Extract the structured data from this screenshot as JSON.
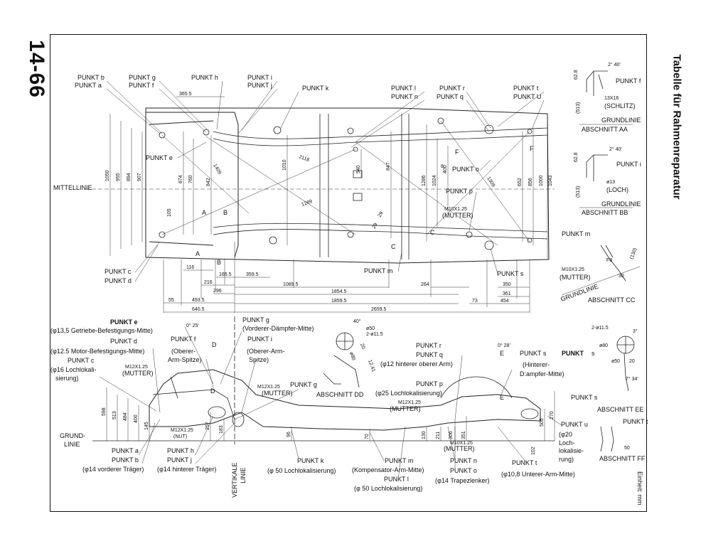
{
  "page_number": "14-66",
  "title": "Tabelle für Rahmenreparatur",
  "top_view": {
    "labels": {
      "punkt_b": "PUNKT b",
      "punkt_a": "PUNKT a",
      "punkt_g": "PUNKT g",
      "punkt_f": "PUNKT f",
      "punkt_h": "PUNKT h",
      "punkt_i": "PUNKT i",
      "punkt_j": "PUNKT j",
      "punkt_k": "PUNKT k",
      "punkt_l": "PUNKT l",
      "punkt_n": "PUNKT n",
      "punkt_r": "PUNKT r",
      "punkt_q": "PUNKT q",
      "punkt_t": "PUNKT t",
      "punkt_u": "PUNKT U",
      "punkt_e": "PUNKT e",
      "punkt_o": "PUNKT o",
      "punkt_p": "PUNKT p",
      "punkt_c": "PUNKT c",
      "punkt_d": "PUNKT d",
      "punkt_m": "PUNKT m",
      "punkt_s": "PUNKT s",
      "mittellinie": "MITTELLINIE",
      "mutter_spec": "M10X1.25",
      "mutter": "(MUTTER)"
    },
    "dims_vertical": [
      "1050",
      "955",
      "894",
      "907",
      "874",
      "760",
      "842",
      "1010",
      "540",
      "847",
      "1286",
      "1024",
      "400",
      "652",
      "856",
      "1000",
      "1043"
    ],
    "dims_horizontal": [
      "365.5",
      "116",
      "165.5",
      "359.5",
      "216",
      "1089.5",
      "264",
      "350",
      "296",
      "1854.5",
      "361",
      "55",
      "493.5",
      "1859.5",
      "73",
      "454",
      "640.5",
      "2659.5"
    ],
    "diag_dims": [
      "1409",
      "2118",
      "1289",
      "1309"
    ],
    "small_dims": [
      "105",
      "29",
      "29",
      "8"
    ],
    "letters": [
      "A",
      "B",
      "A",
      "B",
      "C",
      "C",
      "F",
      "F"
    ]
  },
  "side_view": {
    "labels": {
      "punkt_e": "PUNKT e",
      "punkt_e_desc": "(φ13,5 Getriebe-Befestigungs-Mitte)",
      "punkt_g": "PUNKT g",
      "punkt_g_desc": "(Vorderer-Dämpfer-Mitte)",
      "punkt_d": "PUNKT d",
      "punkt_d_desc": "(φ12.5 Motor-Befestigungs-Mitte)",
      "punkt_f": "PUNKT f",
      "punkt_f_desc1": "(Oberer-",
      "punkt_f_desc2": "Arm-Spitze)",
      "punkt_i": "PUNKT i",
      "punkt_i_desc1": "(Oberer-Arm-",
      "punkt_i_desc2": "Spitze)",
      "punkt_c": "PUNKT c",
      "punkt_c_desc1": "(φ16 Lochlokali-",
      "punkt_c_desc2": "sierung)",
      "mutter_spec1": "M12X1.25",
      "mutter1": "(MUTTER)",
      "punkt_g2": "PUNKT g",
      "mutter_spec2": "M12X1.25",
      "mutter2": "(MUTTER)",
      "grundlinie1": "GRUND-",
      "grundlinie2": "LINIE",
      "nut_spec": "M12X1.25",
      "nut": "(NUT)",
      "punkt_a": "PUNKT a",
      "punkt_b": "PUNKT b",
      "punkt_b_desc": "(φ14 vorderer Träger)",
      "punkt_h": "PUNKT h",
      "punkt_j": "PUNKT j",
      "punkt_j_desc": "(φ14 hinterer Träger)",
      "vertikale1": "VERTIKALE",
      "vertikale2": "LINIE",
      "punkt_k": "PUNKT k",
      "punkt_k_desc": "(φ 50 Lochlokalisierung)",
      "punkt_m": "PUNKT m",
      "punkt_m_desc": "(Kompensator-Arm-Mitte)",
      "punkt_l": "PUNKT l",
      "punkt_l_desc": "(φ 50 Lochlokalisierung)",
      "punkt_r": "PUNKT r",
      "punkt_q": "PUNKT q",
      "punkt_q_desc": "(φ12 hinterer oberer Arm)",
      "punkt_p": "PUNKT p",
      "punkt_p_desc": "(φ25 Lochlokalisierung)",
      "mutter_spec3": "M12X1.25",
      "mutter3": "(MUTTER)",
      "mutter_spec4": "M10X1.25",
      "mutter4": "(MUTTER)",
      "punkt_n": "PUNKT n",
      "punkt_o": "PUNKT o",
      "punkt_o_desc": "(φ14 Trapezlenker)",
      "punkt_s": "PUNKT s",
      "punkt_s_desc1": "(Hinterer-",
      "punkt_s_desc2": "D:ampfer-Mitte)",
      "punkt_t": "PUNKT t",
      "punkt_t_desc": "(φ10,8 Unterer-Arm-Mitte)",
      "punkt_u": "PUNKT u",
      "punkt_u_desc1": "(φ20",
      "punkt_u_desc2": "Loch-",
      "punkt_u_desc3": "lokalisie-",
      "punkt_u_desc4": "rung)",
      "abschnitt_dd": "ABSCHNITT DD",
      "einheit": "Einheit: mm"
    },
    "dims": [
      "598",
      "513",
      "484",
      "400",
      "145",
      "257",
      "183",
      "96",
      "70",
      "130",
      "211",
      "306",
      "351",
      "505",
      "270",
      "102"
    ],
    "dd_dims": [
      "40°",
      "ø50",
      "2-ø11.5",
      "ø80",
      "20",
      "12.41"
    ],
    "angles": [
      "0° 25'",
      "0° 28'"
    ],
    "letters": [
      "D",
      "D",
      "E",
      "E"
    ]
  },
  "sections": {
    "aa": {
      "punkt": "PUNKT f",
      "size": "13X16",
      "desc": "(SCHLITZ)",
      "grund": "GRUNDLINIE",
      "name": "ABSCHNITT AA",
      "dims": [
        "62.8",
        "(513)",
        "2° 40'"
      ]
    },
    "bb": {
      "punkt": "PUNKT i",
      "size": "ø13",
      "desc": "(LOCH)",
      "grund": "GRUNDLINIE",
      "name": "ABSCHNITT BB",
      "dims": [
        "62.8",
        "(513)",
        "2° 40'"
      ]
    },
    "cc": {
      "punkt": "PUNKT m",
      "spec": "M10X1.25",
      "desc": "(MUTTER)",
      "grund": "GRUNDLINIE",
      "name": "ABSCHNITT CC",
      "dims": [
        "(130)",
        "30",
        "F8"
      ]
    },
    "ee": {
      "punkt": "PUNKT",
      "letter": "s",
      "dims": [
        "2-ø11.5",
        "ø80",
        "ø50",
        "20",
        "7° 34'",
        "3°"
      ],
      "name": "ABSCHNITT EE",
      "punkt_s": "PUNKT s"
    },
    "ff": {
      "punkt": "PUNKT t",
      "dim": "50",
      "name": "ABSCHNITT FF"
    }
  }
}
